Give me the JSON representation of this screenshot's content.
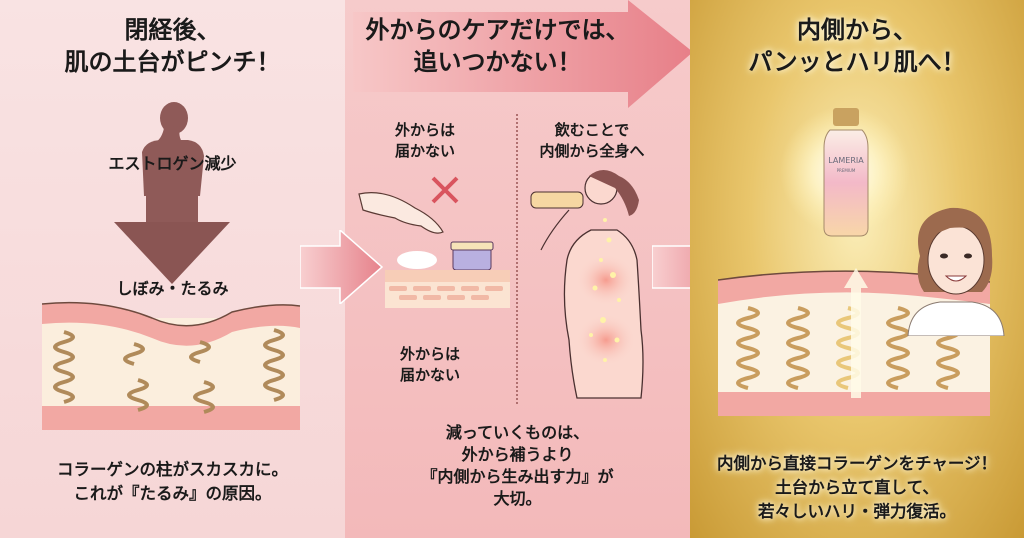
{
  "panel1": {
    "title": "閉経後、\n肌の土台がピンチ！",
    "silhouette_label": "エストロゲン減少",
    "skin_label": "しぼみ・たるみ",
    "caption": "コラーゲンの柱がスカスカに。\nこれが『たるみ』の原因。",
    "colors": {
      "background": "#f8e0e0",
      "silhouette": "#8f5a58",
      "skin_top": "#f0a7a0",
      "dermis": "#fbeedd",
      "coil": "#b08a5a"
    }
  },
  "panel2": {
    "title": "外からのケアだけでは、\n追いつかない！",
    "left_label_top": "外からは\n届かない",
    "cross_icon": "cross-mark",
    "right_label_top": "飲むことで\n内側から全身へ",
    "left_label_bottom": "外からは\n届かない",
    "caption": "減っていくものは、\n外から補うより\n『内側から生み出す力』が\n大切。",
    "colors": {
      "background": "#f5c4c4",
      "arrow": "#e8838b",
      "cross": "#d9545e"
    }
  },
  "panel3": {
    "title": "内側から、\nパンッとハリ肌へ！",
    "product": {
      "brand": "LAMERIA",
      "sub": "PREMIUM"
    },
    "caption": "内側から直接コラーゲンをチャージ！\n土台から立て直して、\n若々しいハリ・弾力復活。",
    "colors": {
      "gold": "#d9b04f",
      "gold_light": "#fbf0c0",
      "skin_top": "#f0a7a0",
      "coil": "#c99d5e"
    }
  }
}
